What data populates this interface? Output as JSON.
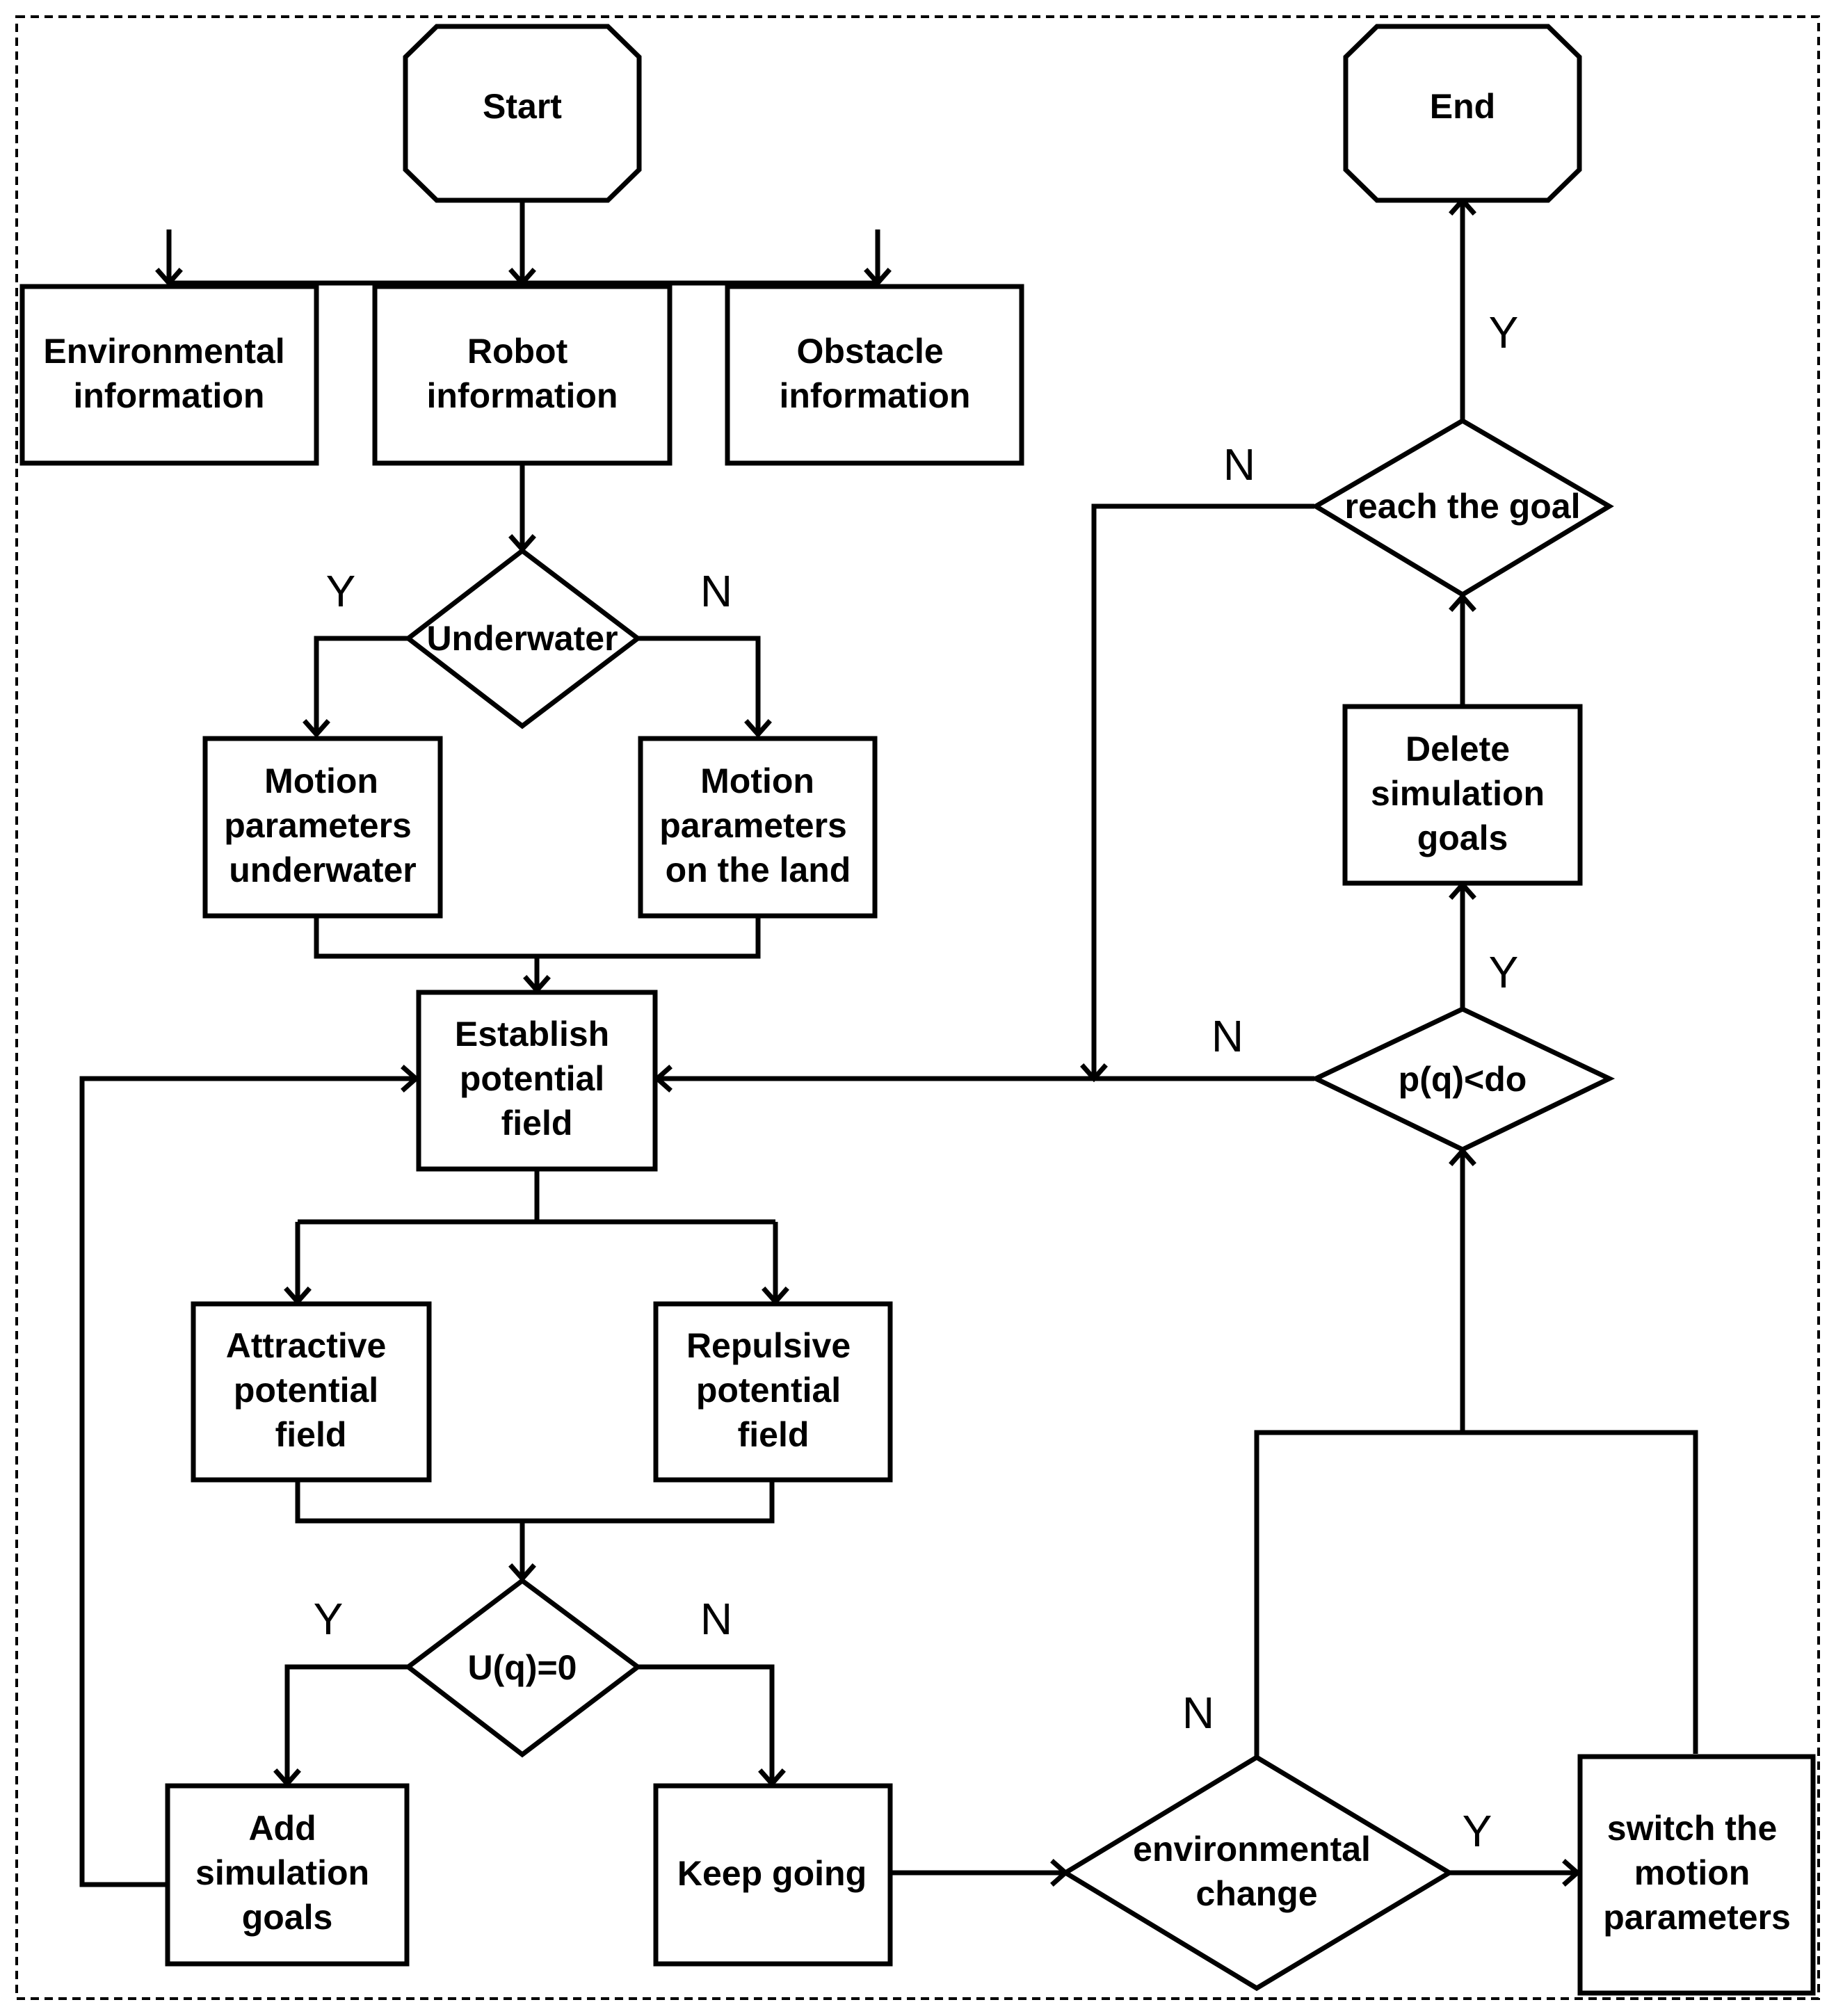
{
  "nodes": {
    "start": "Start",
    "end": "End",
    "env_info": [
      "Environmental",
      "information"
    ],
    "robot_info": [
      "Robot",
      "information"
    ],
    "obstacle_info": [
      "Obstacle",
      "information"
    ],
    "underwater": "Underwater",
    "motion_underwater": [
      "Motion",
      "parameters",
      "underwater"
    ],
    "motion_land": [
      "Motion",
      "parameters",
      "on the land"
    ],
    "establish_field": [
      "Establish",
      "potential",
      "field"
    ],
    "attractive_field": [
      "Attractive",
      "potential",
      "field"
    ],
    "repulsive_field": [
      "Repulsive",
      "potential",
      "field"
    ],
    "uq_zero": "U(q)=0",
    "add_goals": [
      "Add",
      "simulation",
      "goals"
    ],
    "keep_going": "Keep going",
    "env_change": [
      "environmental",
      "change"
    ],
    "switch_params": [
      "switch the",
      "motion",
      "parameters"
    ],
    "pq_do": "p(q)<do",
    "delete_goals": [
      "Delete",
      "simulation",
      "goals"
    ],
    "reach_goal": "reach the goal"
  },
  "branch_labels": {
    "underwater_yes": "Y",
    "underwater_no": "N",
    "uq_yes": "Y",
    "uq_no": "N",
    "env_change_no": "N",
    "env_change_yes": "Y",
    "pq_no": "N",
    "pq_yes": "Y",
    "reach_no": "N",
    "reach_yes": "Y"
  }
}
